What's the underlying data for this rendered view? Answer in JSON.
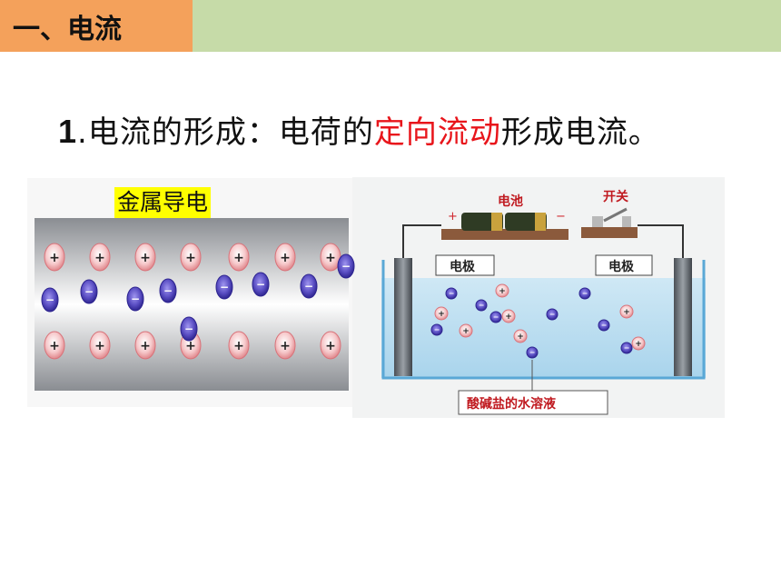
{
  "section": {
    "title": "一、电流"
  },
  "heading": {
    "number": "1",
    "prefix": ".电流的形成：电荷的",
    "highlight": "定向流动",
    "suffix": "形成电流。"
  },
  "metal_diagram": {
    "label": "金属导电"
  },
  "solution_diagram": {
    "battery_label": "电池",
    "switch_label": "开关",
    "electrode_left_label": "电极",
    "electrode_right_label": "电极",
    "solution_label": "酸碱盐的水溶液",
    "plus_sign": "+",
    "minus_sign": "−"
  },
  "colors": {
    "header_bar": "#c6dba8",
    "section_tag": "#f4a15b",
    "highlight_red": "#e8151b",
    "positive_ion": "#f3b5b8",
    "negative_ion": "#5b4fc4"
  }
}
